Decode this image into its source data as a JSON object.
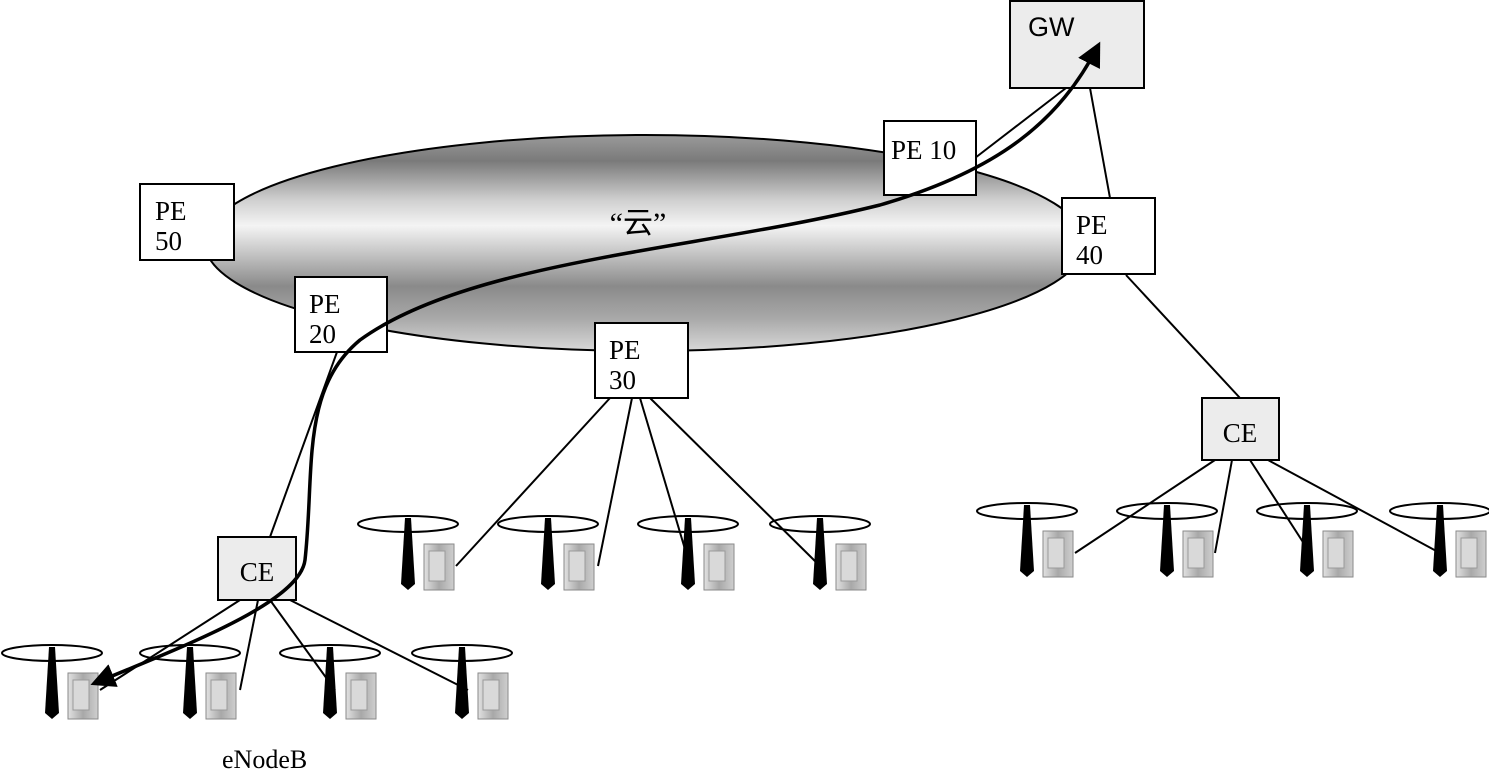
{
  "cloud": {
    "label": "“云”"
  },
  "gateway": {
    "label": "GW"
  },
  "pe_nodes": [
    {
      "id": "pe10",
      "lines": [
        "PE 10"
      ]
    },
    {
      "id": "pe20",
      "lines": [
        "PE",
        "20"
      ]
    },
    {
      "id": "pe30",
      "lines": [
        "PE",
        "30"
      ]
    },
    {
      "id": "pe40",
      "lines": [
        "PE",
        "40"
      ]
    },
    {
      "id": "pe50",
      "lines": [
        "PE",
        "50"
      ]
    }
  ],
  "ce_nodes": [
    {
      "id": "ce-left",
      "label": "CE"
    },
    {
      "id": "ce-right",
      "label": "CE"
    }
  ],
  "enodeb": {
    "label": "eNodeB"
  },
  "colors": {
    "line": "#000000",
    "box_fill": "#ffffff",
    "gray_box_fill": "#ececec",
    "cloud_dark": "#707070",
    "cloud_light": "#f2f2f2",
    "equipment": "#bdbdbd"
  }
}
